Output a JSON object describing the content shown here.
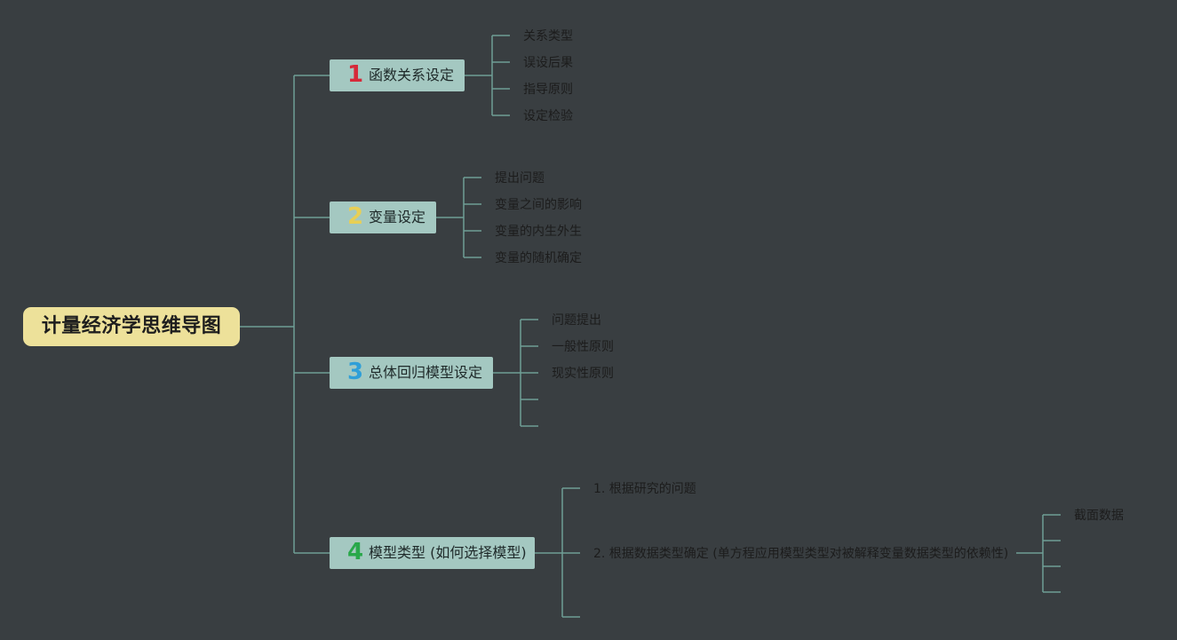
{
  "root": {
    "label": "计量经济学思维导图"
  },
  "branches": [
    {
      "number": "1",
      "color": "#d62a3a",
      "label": "函数关系设定",
      "children": [
        "关系类型",
        "误设后果",
        "指导原则",
        "设定检验"
      ]
    },
    {
      "number": "2",
      "color": "#e8cf55",
      "label": "变量设定",
      "children": [
        "提出问题",
        "变量之间的影响",
        "变量的内生外生",
        "变量的随机确定"
      ]
    },
    {
      "number": "3",
      "color": "#2f9fd8",
      "label": "总体回归模型设定",
      "children": [
        "问题提出",
        "一般性原则",
        "现实性原则",
        "",
        ""
      ]
    },
    {
      "number": "4",
      "color": "#29a84a",
      "label": "模型类型 (如何选择模型)",
      "children": [
        "1. 根据研究的问题",
        "2. 根据数据类型确定 (单方程应用模型类型对被解释变量数据类型的依赖性)",
        ""
      ],
      "grandchildren": [
        "截面数据",
        "",
        "",
        ""
      ]
    }
  ],
  "colors": {
    "background": "#393e41",
    "connector": "#6f9e95",
    "root_fill": "#ede19a",
    "branch_fill": "#a4c8c1"
  }
}
